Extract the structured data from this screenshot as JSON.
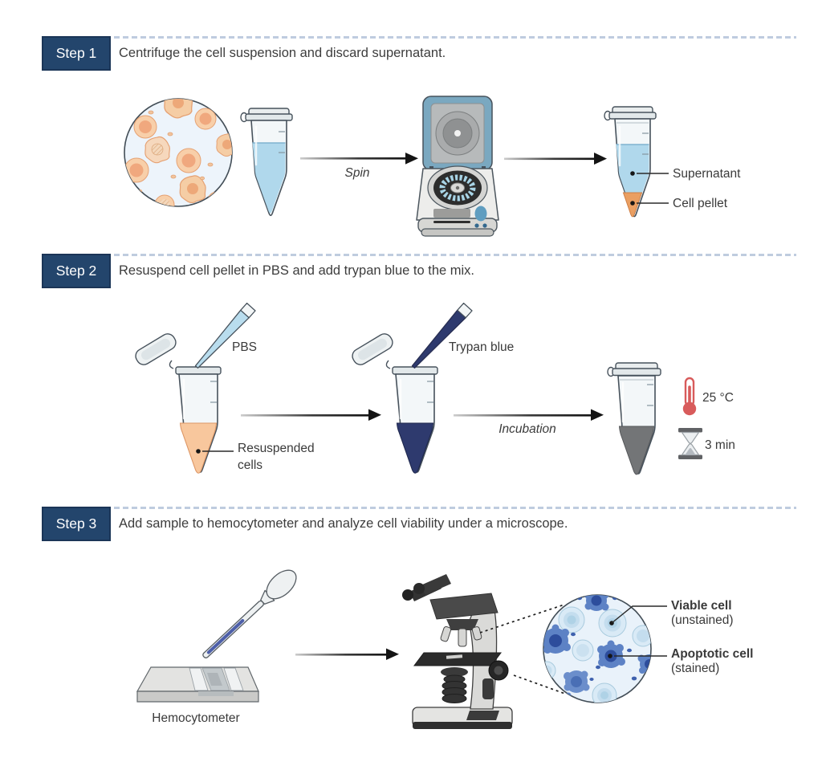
{
  "steps": [
    {
      "badge": "Step 1",
      "description": "Centrifuge the cell suspension and discard supernatant.",
      "arrow_label": "Spin",
      "callouts": {
        "supernatant": "Supernatant",
        "cell_pellet": "Cell pellet"
      },
      "icons": [
        "magnified-cell-suspension-icon",
        "microtube-cell-suspension-icon",
        "centrifuge-icon",
        "microtube-supernatant-pellet-icon"
      ]
    },
    {
      "badge": "Step 2",
      "description": "Resuspend cell pellet in PBS and add trypan blue to the mix.",
      "arrow_label": "Incubation",
      "labels": {
        "pbs": "PBS",
        "resuspended_cells": "Resuspended cells",
        "trypan_blue": "Trypan blue",
        "temperature": "25 °C",
        "duration": "3 min"
      },
      "icons": [
        "open-microtube-orange-icon",
        "pbs-pipette-tip-icon",
        "open-microtube-trypan-icon",
        "trypan-pipette-tip-icon",
        "closed-microtube-gray-icon",
        "thermometer-icon",
        "hourglass-icon"
      ]
    },
    {
      "badge": "Step 3",
      "description": "Add sample to hemocytometer and analyze cell viability under a microscope.",
      "labels": {
        "hemocytometer": "Hemocytometer",
        "viable_title": "Viable cell",
        "viable_subtitle": "(unstained)",
        "apoptotic_title": "Apoptotic cell",
        "apoptotic_subtitle": "(stained)"
      },
      "icons": [
        "transfer-pipette-icon",
        "hemocytometer-icon",
        "microscope-icon",
        "magnified-stained-cells-icon"
      ]
    }
  ],
  "colors": {
    "step_badge_navy": "#23456c",
    "divider_dash_blue": "#bfccdf",
    "arrow_black": "#141414",
    "liquid_blue": "#b0d8ec",
    "liquid_orange": "#f8c79d",
    "cell_pellet_orange": "#ea9f62",
    "trypan_navy": "#2e3a6e",
    "liquid_gray": "#737577",
    "thermometer_red": "#d85b5b",
    "centrifuge_lid_blue": "#7aa8c0",
    "viable_cell_blue": "#d9eaf6",
    "apoptotic_cell_blue": "#5d82c5",
    "peach_cell": "#f8cfa9"
  }
}
